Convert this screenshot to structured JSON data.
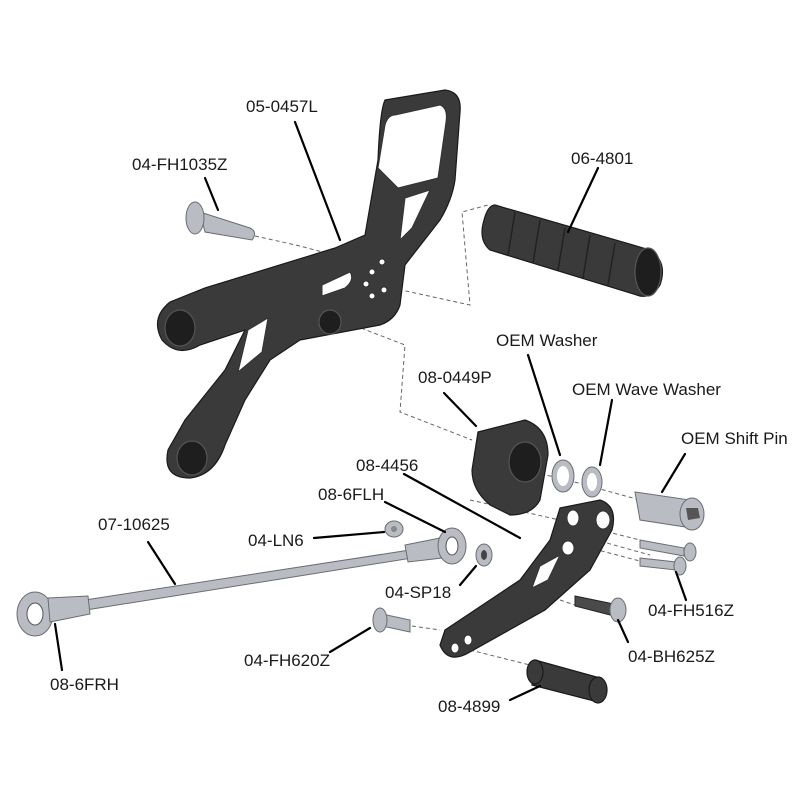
{
  "labels": {
    "l_05_0457L": "05-0457L",
    "l_04_FH1035Z": "04-FH1035Z",
    "l_06_4801": "06-4801",
    "l_oem_washer": "OEM Washer",
    "l_08_0449P": "08-0449P",
    "l_oem_wave_washer": "OEM Wave Washer",
    "l_oem_shift_pin": "OEM Shift Pin",
    "l_08_4456": "08-4456",
    "l_08_6FLH": "08-6FLH",
    "l_07_10625": "07-10625",
    "l_04_LN6": "04-LN6",
    "l_04_SP18": "04-SP18",
    "l_04_FH516Z": "04-FH516Z",
    "l_04_FH620Z": "04-FH620Z",
    "l_04_BH625Z": "04-BH625Z",
    "l_08_6FRH": "08-6FRH",
    "l_08_4899": "08-4899"
  },
  "colors": {
    "anodized_black": "#3a3a3a",
    "zinc_silver": "#b9bcc2",
    "leader": "#000000"
  }
}
